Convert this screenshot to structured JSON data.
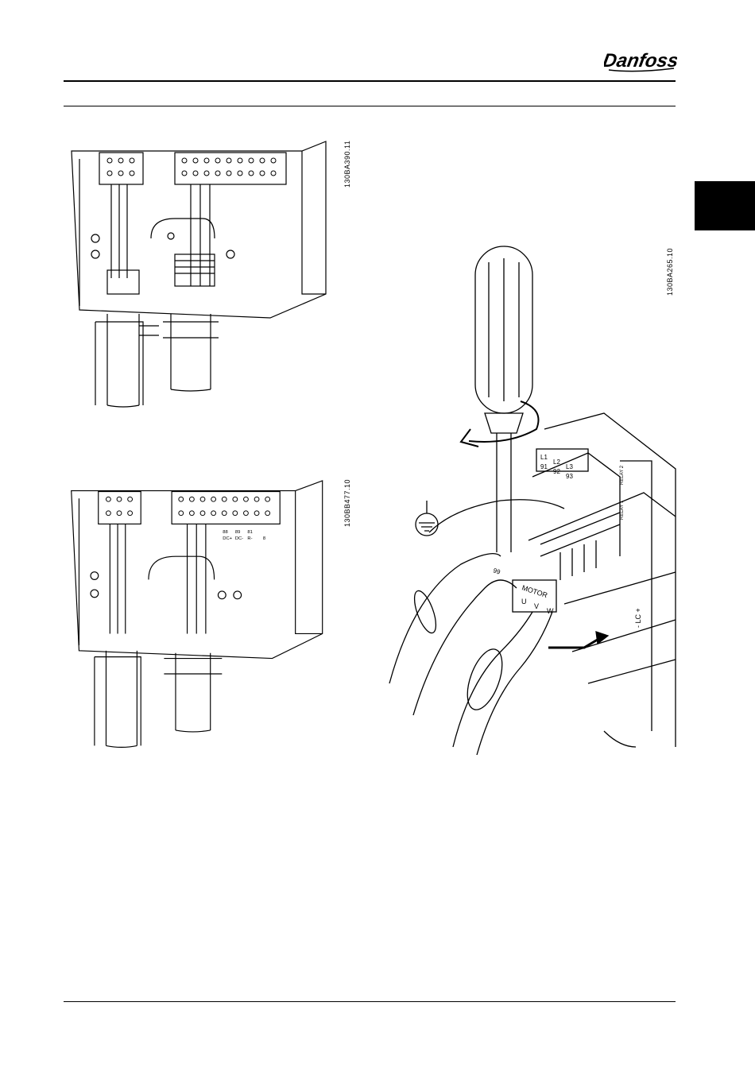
{
  "header": {
    "logo_text": "Danfoss"
  },
  "figures": [
    {
      "id": "130BA390.11"
    },
    {
      "id": "130BB477.10",
      "labels": [
        "88",
        "89",
        "81",
        "DC+",
        "DC-",
        "R-",
        "8"
      ]
    },
    {
      "id": "130BA265.10",
      "labels": {
        "ground": "99",
        "motor": "MOTOR",
        "u": "U",
        "v": "V",
        "w": "W",
        "l1": "L1",
        "l2": "L2",
        "l3": "L3",
        "n91": "91",
        "n92": "92",
        "n93": "93",
        "relay1": "RELAY 1",
        "relay2": "RELAY 2",
        "lc": "- LC +"
      }
    }
  ]
}
